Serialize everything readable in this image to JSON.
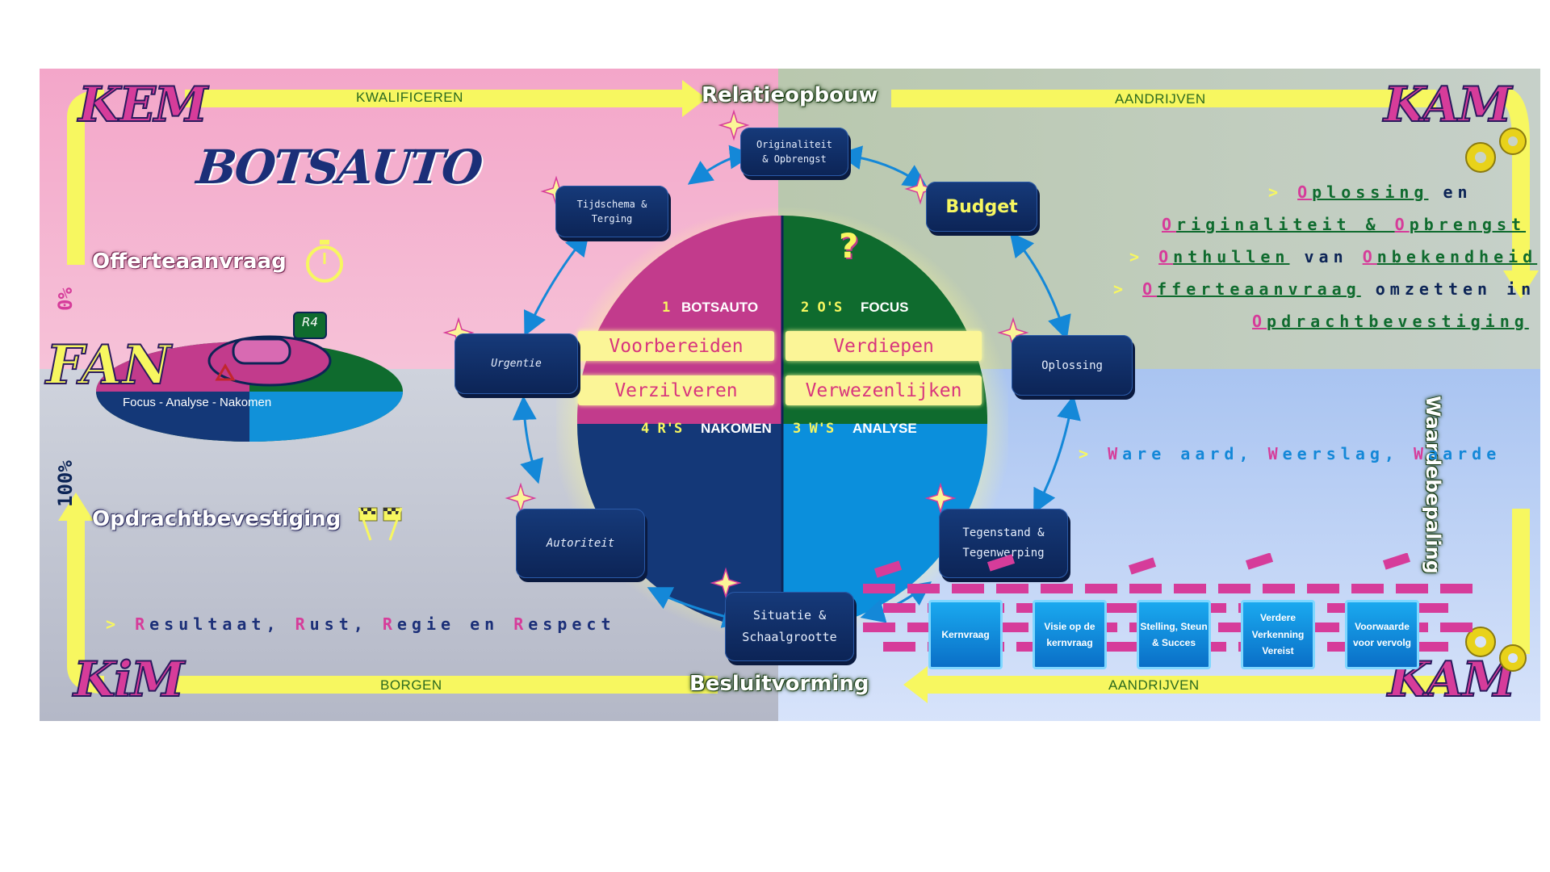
{
  "arrows": {
    "top_left": "KWALIFICEREN",
    "top_right": "AANDRIJVEN",
    "bottom_left": "BORGEN",
    "bottom_right": "AANDRIJVEN"
  },
  "milestones": {
    "top": "Relatieopbouw",
    "bottom": "Besluitvorming",
    "right_vertical": "Waardebepaling",
    "left_percent_top": "0%",
    "left_percent_bottom": "100%"
  },
  "corners": {
    "tl": "KEM",
    "tr": "KAM",
    "bl": "KiM",
    "br": "KAM"
  },
  "left_panel": {
    "logo": "BOTSAUTO",
    "offerte": "Offerteaanvraag",
    "fan": "FAN",
    "fan_sub": "Focus - Analyse - Nakomen",
    "car_badge": "R4",
    "opdracht": "Opdrachtbevestiging",
    "resultaat": {
      "prefix": ">",
      "parts": [
        "R",
        "esultaat, ",
        "R",
        "ust, ",
        "R",
        "egie en ",
        "R",
        "espect"
      ]
    }
  },
  "circle": {
    "q1_num": "1",
    "q1_label": "BOTSAUTO",
    "q2_num": "2 O'S",
    "q2_label": "FOCUS",
    "q3_num": "3 W'S",
    "q3_label": "ANALYSE",
    "q4_num": "4 R'S",
    "q4_label": "NAKOMEN",
    "pill_tl": "Voorbereiden",
    "pill_tr": "Verdiepen",
    "pill_bl": "Verzilveren",
    "pill_br": "Verwezenlijken",
    "question": "?"
  },
  "nodes": {
    "originaliteit": "Originaliteit\n& Opbrengst",
    "budget": "Budget",
    "tijdschema": "Tijdschema &\nTerging",
    "urgentie": "Urgentie",
    "oplossing": "Oplossing",
    "autoriteit": "Autoriteit",
    "tegenstand": "Tegenstand &\nTegenwerping",
    "situatie": "Situatie &\nSchaalgrootte"
  },
  "right_bullets": {
    "line1": {
      "prefix": ">",
      "cap1": "O",
      "text1": "plossing",
      "tail": " en"
    },
    "line2": {
      "cap1": "O",
      "text1": "riginaliteit & ",
      "cap2": "O",
      "text2": "pbrengst"
    },
    "line3": {
      "prefix": ">",
      "cap1": "O",
      "text1": "nthullen",
      "mid": " van ",
      "cap2": "O",
      "text2": "nbekendheid"
    },
    "line4": {
      "prefix": ">",
      "cap1": "O",
      "text1": "fferteaanvraag",
      "tail": " omzetten in"
    },
    "line5": {
      "cap1": "O",
      "text1": "pdrachtbevestiging"
    },
    "ware": {
      "prefix": ">",
      "parts": [
        "W",
        "are aard, ",
        "W",
        "eerslag, ",
        "W",
        "aarde"
      ]
    }
  },
  "steps": [
    "Kernvraag",
    "Visie op de kernvraag",
    "Stelling, Steun & Succes",
    "Verdere Verkenning Vereist",
    "Voorwaarde voor vervolg"
  ],
  "colors": {
    "pink": "#d63c9a",
    "navy": "#0c2456",
    "green": "#0f6b2e",
    "blue": "#0b8fdc",
    "yellow": "#fbf597",
    "arrow_yellow": "#f7f760"
  },
  "icons": [
    "stopwatch-icon",
    "checkered-flags-icon",
    "gear-icon",
    "sparkle-icon",
    "question-icon",
    "bumper-car-icon"
  ]
}
